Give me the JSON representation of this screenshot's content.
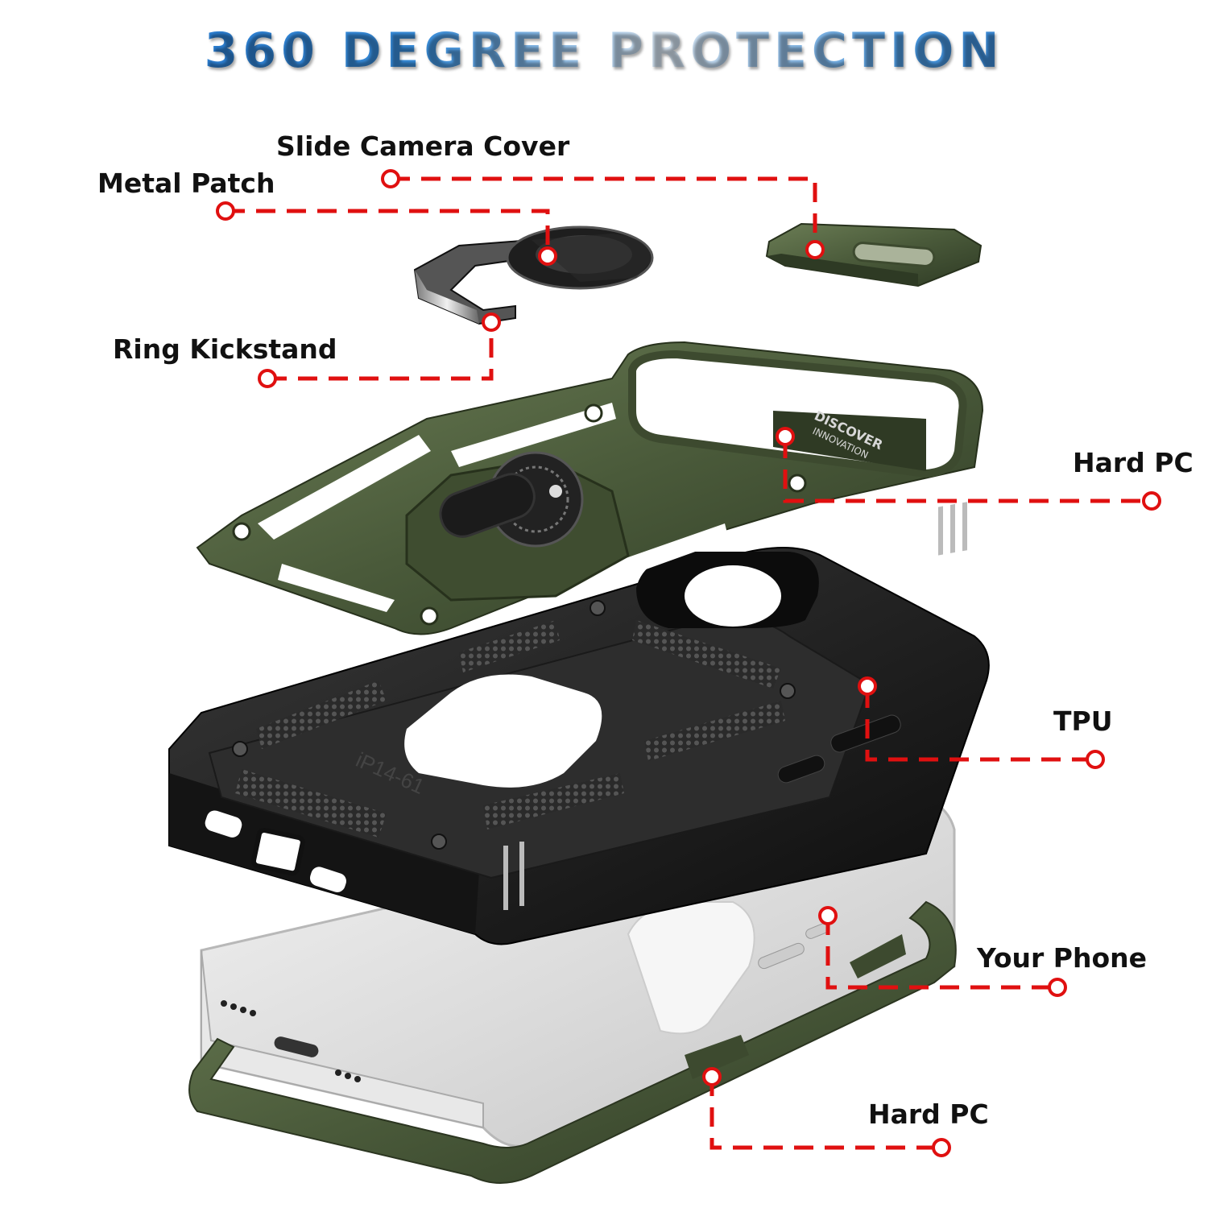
{
  "title": "360 DEGREE PROTECTION",
  "labels": {
    "slide_camera_cover": "Slide Camera Cover",
    "metal_patch": "Metal Patch",
    "ring_kickstand": "Ring Kickstand",
    "hard_pc_top": "Hard PC",
    "tpu": "TPU",
    "your_phone": "Your Phone",
    "hard_pc_bottom": "Hard PC"
  },
  "case_markings": {
    "model": "iP14-61",
    "slider_text_line1": "DISCOVER",
    "slider_text_line2": "INNOVATION"
  },
  "colors": {
    "callout_red": "#e01010",
    "army_green": "#4a5a3a",
    "tpu_black": "#1c1c1c",
    "title_blue": "#2f7fd0"
  }
}
